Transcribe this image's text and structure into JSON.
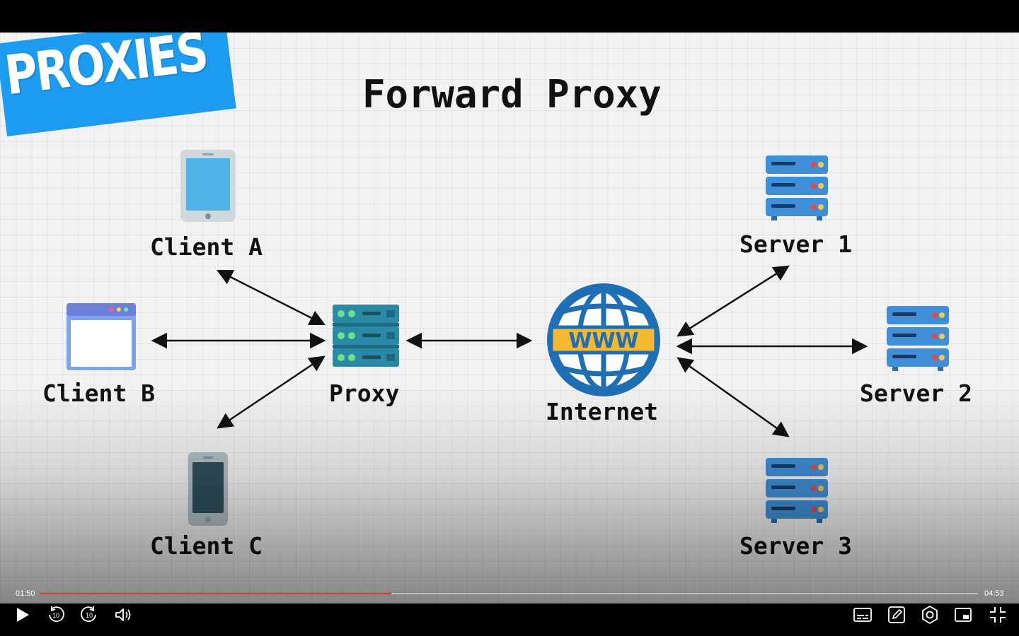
{
  "slide": {
    "badge": "PROXIES",
    "title": "Forward Proxy",
    "labels": {
      "client_a": "Client A",
      "client_b": "Client B",
      "client_c": "Client C",
      "proxy": "Proxy",
      "internet": "Internet",
      "globe_text": "WWW",
      "server_1": "Server 1",
      "server_2": "Server 2",
      "server_3": "Server 3"
    }
  },
  "player": {
    "current_time": "01:50",
    "duration": "04:53",
    "progress": 0.375,
    "skip_back_label": "10",
    "skip_forward_label": "10"
  },
  "colors": {
    "badge": "#1d9bf0",
    "server_blue": "#3f8fd8",
    "proxy_teal": "#2a8aa5",
    "globe_blue": "#1f6fb5",
    "globe_band": "#f5b82e",
    "progress": "#e53935"
  }
}
